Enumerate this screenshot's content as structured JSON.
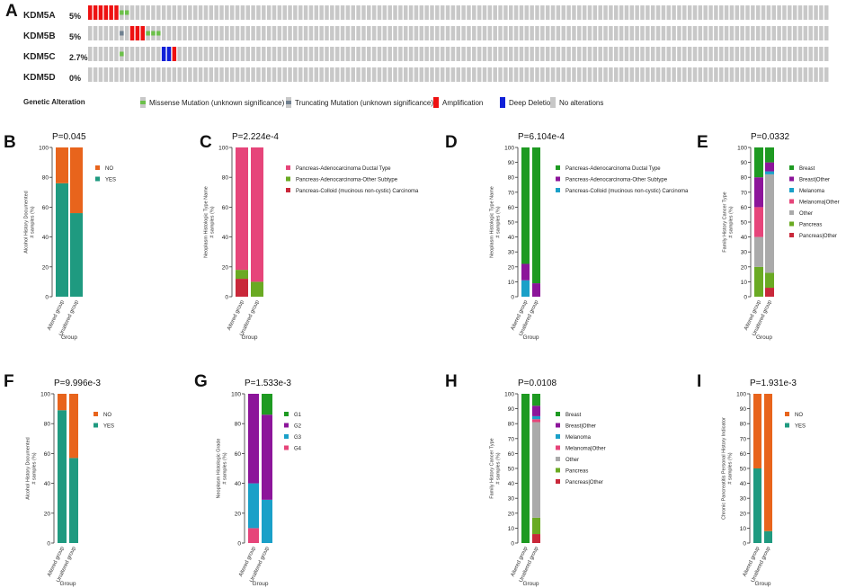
{
  "oncoprint": {
    "letter": "A",
    "genes": [
      {
        "name": "KDM5A",
        "pct": "5%"
      },
      {
        "name": "KDM5B",
        "pct": "5%"
      },
      {
        "name": "KDM5C",
        "pct": "2.7%"
      },
      {
        "name": "KDM5D",
        "pct": "0%"
      }
    ],
    "legend_title": "Genetic Alteration",
    "legend": [
      {
        "label": "Missense Mutation (unknown significance)",
        "color": "#6cc04a",
        "icon": "missense-icon"
      },
      {
        "label": "Truncating Mutation (unknown significance)",
        "color": "#708090",
        "icon": "truncating-icon"
      },
      {
        "label": "Amplification",
        "color": "#ee1111",
        "icon": "amplification-icon"
      },
      {
        "label": "Deep Deletion",
        "color": "#1020d8",
        "icon": "deep-deletion-icon"
      },
      {
        "label": "No alterations",
        "color": "#c8c8c8",
        "icon": "no-alteration-icon"
      }
    ],
    "colors": {
      "background": "#c8c8c8",
      "amplification": "#ee1111",
      "deep_deletion": "#1020d8",
      "missense": "#6cc04a",
      "truncating": "#708090"
    }
  },
  "chart_data": [
    {
      "letter": "B",
      "type": "bar",
      "stacked": true,
      "pvalue": "P=0.045",
      "xlabel": "Group",
      "ylabel": "Alcohol History Documented\n# samples (%)",
      "categories": [
        "Altered group",
        "Unaltered group"
      ],
      "ylim": [
        0,
        100
      ],
      "yticks": [
        "0",
        "20",
        "40",
        "60",
        "80",
        "100"
      ],
      "series": [
        {
          "name": "YES",
          "color": "#1f9a80",
          "values": [
            76,
            56
          ]
        },
        {
          "name": "NO",
          "color": "#e8641c",
          "values": [
            24,
            44
          ]
        }
      ],
      "legend": [
        {
          "name": "NO",
          "color": "#e8641c"
        },
        {
          "name": "YES",
          "color": "#1f9a80"
        }
      ]
    },
    {
      "letter": "C",
      "type": "bar",
      "stacked": true,
      "pvalue": "P=2.224e-4",
      "xlabel": "Group",
      "ylabel": "Neoplasm Histologic Type Name\n# samples (%)",
      "categories": [
        "Altered group",
        "Unaltered group"
      ],
      "ylim": [
        0,
        100
      ],
      "yticks": [
        "0",
        "20",
        "40",
        "60",
        "80",
        "100"
      ],
      "series": [
        {
          "name": "Pancreas-Colloid (mucinous non-cystic) Carcinoma",
          "color": "#c9283a",
          "values": [
            12,
            0
          ]
        },
        {
          "name": "Pancreas-Adenocarcinoma-Other Subtype",
          "color": "#6aaa23",
          "values": [
            6,
            10
          ]
        },
        {
          "name": "Pancreas-Adenocarcinoma Ductal Type",
          "color": "#e6457a",
          "values": [
            82,
            90
          ]
        }
      ],
      "legend": [
        {
          "name": "Pancreas-Adenocarcinoma Ductal Type",
          "color": "#e6457a"
        },
        {
          "name": "Pancreas-Adenocarcinoma-Other Subtype",
          "color": "#6aaa23"
        },
        {
          "name": "Pancreas-Colloid (mucinous non-cystic) Carcinoma",
          "color": "#c9283a"
        }
      ]
    },
    {
      "letter": "D",
      "type": "bar",
      "stacked": true,
      "pvalue": "P=6.104e-4",
      "xlabel": "Group",
      "ylabel": "Neoplasm Histologic Type Name\n# samples (%)",
      "categories": [
        "Altered group",
        "Unaltered group"
      ],
      "ylim": [
        0,
        100
      ],
      "yticks": [
        "0",
        "10",
        "20",
        "30",
        "40",
        "50",
        "60",
        "70",
        "80",
        "90",
        "100"
      ],
      "series": [
        {
          "name": "Pancreas-Colloid (mucinous non-cystic) Carcinoma",
          "color": "#1aa0c8",
          "values": [
            11,
            0
          ]
        },
        {
          "name": "Pancreas-Adenocarcinoma-Other Subtype",
          "color": "#8c159a",
          "values": [
            11,
            9
          ]
        },
        {
          "name": "Pancreas-Adenocarcinoma Ductal Type",
          "color": "#1e9a22",
          "values": [
            78,
            91
          ]
        }
      ],
      "legend": [
        {
          "name": "Pancreas-Adenocarcinoma Ductal Type",
          "color": "#1e9a22"
        },
        {
          "name": "Pancreas-Adenocarcinoma-Other Subtype",
          "color": "#8c159a"
        },
        {
          "name": "Pancreas-Colloid (mucinous non-cystic) Carcinoma",
          "color": "#1aa0c8"
        }
      ]
    },
    {
      "letter": "E",
      "type": "bar",
      "stacked": true,
      "pvalue": "P=0.0332",
      "xlabel": "Group",
      "ylabel": "Family History Cancer Type\n# samples (%)",
      "categories": [
        "Altered group",
        "Unaltered group"
      ],
      "ylim": [
        0,
        100
      ],
      "yticks": [
        "0",
        "10",
        "20",
        "30",
        "40",
        "50",
        "60",
        "70",
        "80",
        "90",
        "100"
      ],
      "series": [
        {
          "name": "Pancreas|Other",
          "color": "#c9283a",
          "values": [
            0,
            6
          ]
        },
        {
          "name": "Pancreas",
          "color": "#6aaa23",
          "values": [
            20,
            10
          ]
        },
        {
          "name": "Other",
          "color": "#aaaaaa",
          "values": [
            20,
            66
          ]
        },
        {
          "name": "Melanoma|Other",
          "color": "#e6457a",
          "values": [
            20,
            0
          ]
        },
        {
          "name": "Melanoma",
          "color": "#1aa0c8",
          "values": [
            0,
            2
          ]
        },
        {
          "name": "Breast|Other",
          "color": "#8c159a",
          "values": [
            20,
            6
          ]
        },
        {
          "name": "Breast",
          "color": "#1e9a22",
          "values": [
            20,
            10
          ]
        }
      ],
      "legend": [
        {
          "name": "Breast",
          "color": "#1e9a22"
        },
        {
          "name": "Breast|Other",
          "color": "#8c159a"
        },
        {
          "name": "Melanoma",
          "color": "#1aa0c8"
        },
        {
          "name": "Melanoma|Other",
          "color": "#e6457a"
        },
        {
          "name": "Other",
          "color": "#aaaaaa"
        },
        {
          "name": "Pancreas",
          "color": "#6aaa23"
        },
        {
          "name": "Pancreas|Other",
          "color": "#c9283a"
        }
      ]
    },
    {
      "letter": "F",
      "type": "bar",
      "stacked": true,
      "pvalue": "P=9.996e-3",
      "xlabel": "Group",
      "ylabel": "Alcohol History Documented\n# samples (%)",
      "categories": [
        "Altered group",
        "Unaltered group"
      ],
      "ylim": [
        0,
        100
      ],
      "yticks": [
        "0",
        "20",
        "40",
        "60",
        "80",
        "100"
      ],
      "series": [
        {
          "name": "YES",
          "color": "#1f9a80",
          "values": [
            89,
            57
          ]
        },
        {
          "name": "NO",
          "color": "#e8641c",
          "values": [
            11,
            43
          ]
        }
      ],
      "legend": [
        {
          "name": "NO",
          "color": "#e8641c"
        },
        {
          "name": "YES",
          "color": "#1f9a80"
        }
      ]
    },
    {
      "letter": "G",
      "type": "bar",
      "stacked": true,
      "pvalue": "P=1.533e-3",
      "xlabel": "Group",
      "ylabel": "Neoplasm Histologic Grade\n# samples (%)",
      "categories": [
        "Altered group",
        "Unaltered group"
      ],
      "ylim": [
        0,
        100
      ],
      "yticks": [
        "0",
        "20",
        "40",
        "60",
        "80",
        "100"
      ],
      "series": [
        {
          "name": "G4",
          "color": "#e6457a",
          "values": [
            10,
            0
          ]
        },
        {
          "name": "G3",
          "color": "#1aa0c8",
          "values": [
            30,
            29
          ]
        },
        {
          "name": "G2",
          "color": "#8c159a",
          "values": [
            60,
            57
          ]
        },
        {
          "name": "G1",
          "color": "#1e9a22",
          "values": [
            0,
            14
          ]
        }
      ],
      "legend": [
        {
          "name": "G1",
          "color": "#1e9a22"
        },
        {
          "name": "G2",
          "color": "#8c159a"
        },
        {
          "name": "G3",
          "color": "#1aa0c8"
        },
        {
          "name": "G4",
          "color": "#e6457a"
        }
      ]
    },
    {
      "letter": "H",
      "type": "bar",
      "stacked": true,
      "pvalue": "P=0.0108",
      "xlabel": "Group",
      "ylabel": "Family History Cancer Type\n# samples (%)",
      "categories": [
        "Altered group",
        "Unaltered group"
      ],
      "ylim": [
        0,
        100
      ],
      "yticks": [
        "0",
        "10",
        "20",
        "30",
        "40",
        "50",
        "60",
        "70",
        "80",
        "90",
        "100"
      ],
      "series": [
        {
          "name": "Pancreas|Other",
          "color": "#c9283a",
          "values": [
            0,
            6
          ]
        },
        {
          "name": "Pancreas",
          "color": "#6aaa23",
          "values": [
            0,
            11
          ]
        },
        {
          "name": "Other",
          "color": "#aaaaaa",
          "values": [
            0,
            64
          ]
        },
        {
          "name": "Melanoma|Other",
          "color": "#e6457a",
          "values": [
            0,
            2
          ]
        },
        {
          "name": "Melanoma",
          "color": "#1aa0c8",
          "values": [
            0,
            2
          ]
        },
        {
          "name": "Breast|Other",
          "color": "#8c159a",
          "values": [
            0,
            7
          ]
        },
        {
          "name": "Breast",
          "color": "#1e9a22",
          "values": [
            100,
            8
          ]
        }
      ],
      "legend": [
        {
          "name": "Breast",
          "color": "#1e9a22"
        },
        {
          "name": "Breast|Other",
          "color": "#8c159a"
        },
        {
          "name": "Melanoma",
          "color": "#1aa0c8"
        },
        {
          "name": "Melanoma|Other",
          "color": "#e6457a"
        },
        {
          "name": "Other",
          "color": "#aaaaaa"
        },
        {
          "name": "Pancreas",
          "color": "#6aaa23"
        },
        {
          "name": "Pancreas|Other",
          "color": "#c9283a"
        }
      ]
    },
    {
      "letter": "I",
      "type": "bar",
      "stacked": true,
      "pvalue": "P=1.931e-3",
      "xlabel": "Group",
      "ylabel": "Chronic Pancreatitis Personal History Indicator\n# samples (%)",
      "categories": [
        "Altered group",
        "Unaltered group"
      ],
      "ylim": [
        0,
        100
      ],
      "yticks": [
        "0",
        "10",
        "20",
        "30",
        "40",
        "50",
        "60",
        "70",
        "80",
        "90",
        "100"
      ],
      "series": [
        {
          "name": "YES",
          "color": "#1f9a80",
          "values": [
            50,
            8
          ]
        },
        {
          "name": "NO",
          "color": "#e8641c",
          "values": [
            50,
            92
          ]
        }
      ],
      "legend": [
        {
          "name": "NO",
          "color": "#e8641c"
        },
        {
          "name": "YES",
          "color": "#1f9a80"
        }
      ]
    }
  ]
}
